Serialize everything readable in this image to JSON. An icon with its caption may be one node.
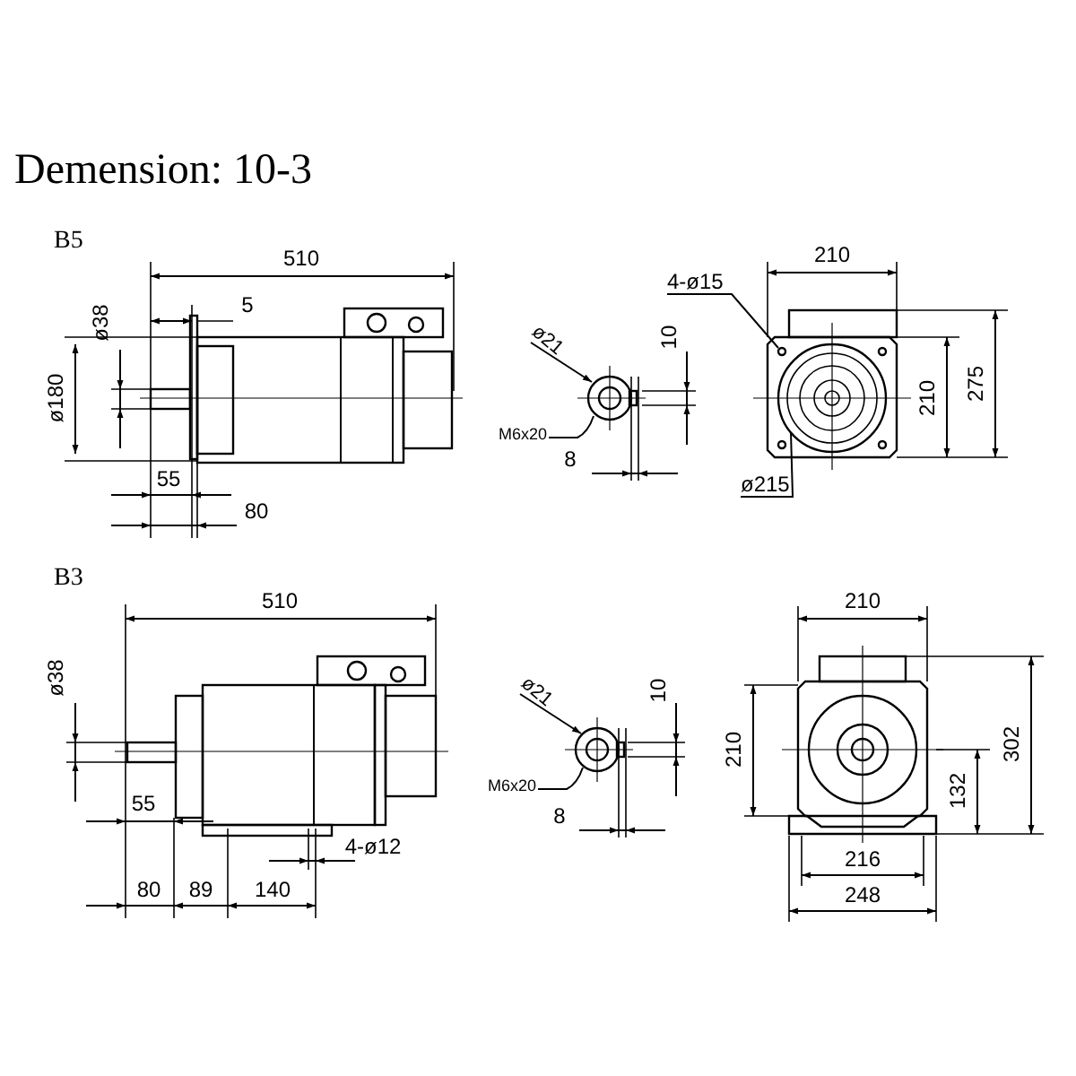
{
  "diagram": {
    "title": "Demension: 10-3",
    "nodes": [
      {
        "text": [
          "ø21"
        ]
      },
      {
        "text": [
          "M6x20"
        ]
      },
      {
        "text": [
          "4-ø15"
        ]
      },
      {
        "text": [
          "ø215"
        ]
      },
      {
        "text": [
          "ø21"
        ]
      },
      {
        "text": [
          "M6x20"
        ]
      },
      {
        "text": [],
        "shape": "picture"
      },
      {
        "text": [],
        "shape": "picture"
      },
      {
        "text": [],
        "shape": "picture"
      }
    ],
    "edges": [
      {
        "from": 0,
        "to": 6,
        "arrow": "to"
      },
      {
        "from": 1,
        "to": 6,
        "arrow": "none"
      },
      {
        "from": 2,
        "to": 7,
        "arrow": "none"
      },
      {
        "from": 3,
        "to": 7,
        "arrow": "none"
      },
      {
        "from": 4,
        "to": 8,
        "arrow": "to"
      },
      {
        "from": 5,
        "to": 8,
        "arrow": "none"
      }
    ],
    "labels": [
      "B5",
      "510",
      "5",
      "ø38",
      "ø180",
      "55",
      "80",
      "210",
      "10",
      "210",
      "275",
      "8",
      "B3",
      "510",
      "ø38",
      "55",
      "4-ø12",
      "80",
      "89",
      "140",
      "210",
      "10",
      "210",
      "302",
      "132",
      "8",
      "216",
      "248"
    ]
  }
}
